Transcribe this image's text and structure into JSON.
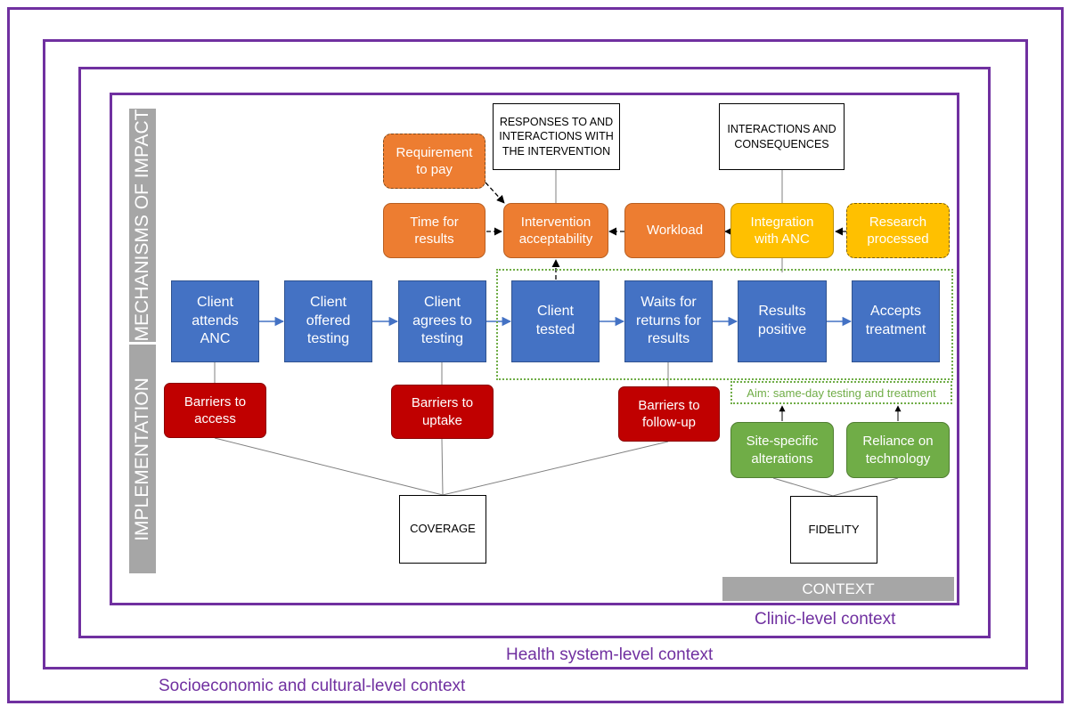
{
  "contexts": {
    "socioeconomic": "Socioeconomic and cultural-level context",
    "health_system": "Health system-level context",
    "clinic": "Clinic-level context",
    "context_bar": "CONTEXT"
  },
  "side_labels": {
    "mechanisms": "MECHANISMS OF IMPACT",
    "implementation": "IMPLEMENTATION"
  },
  "headers": {
    "responses": "RESPONSES TO AND INTERACTIONS WITH THE INTERVENTION",
    "interactions": "INTERACTIONS AND CONSEQUENCES"
  },
  "orange": {
    "requirement_to_pay": "Requirement to pay",
    "time_for_results": "Time for results",
    "intervention_acceptability": "Intervention acceptability",
    "workload": "Workload"
  },
  "yellow": {
    "integration_line1": "Integration",
    "integration_line2": "with ANC",
    "research_processed": "Research processed"
  },
  "process": [
    "Client attends ANC",
    "Client offered testing",
    "Client agrees to testing",
    "Client tested",
    "Waits for returns for results",
    "Results positive",
    "Accepts treatment"
  ],
  "barriers": {
    "access": "Barriers to access",
    "uptake": "Barriers to uptake",
    "follow_up": "Barriers to follow-up"
  },
  "aim": "Aim: same-day testing and treatment",
  "green": {
    "site_specific": "Site-specific alterations",
    "reliance": "Reliance on technology"
  },
  "outcomes": {
    "coverage": "COVERAGE",
    "fidelity": "FIDELITY"
  },
  "colors": {
    "context_purple": "#7030a0",
    "process_blue": "#4472c4",
    "barrier_red": "#c00000",
    "mechanism_orange": "#ed7d31",
    "mechanism_yellow": "#ffc000",
    "fidelity_green": "#70ad47",
    "label_grey": "#a6a6a6"
  }
}
